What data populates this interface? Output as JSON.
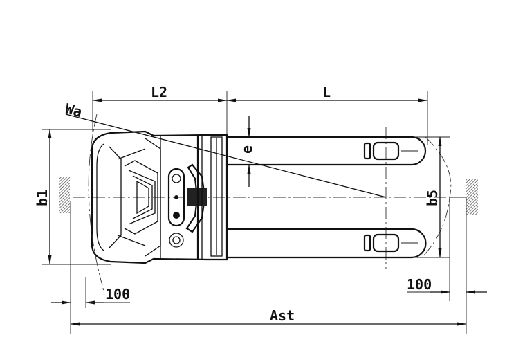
{
  "title": "Pallet truck turning aisle dimension drawing",
  "labels": {
    "l2": "L2",
    "l": "L",
    "wa": "Wa",
    "e": "e",
    "b1": "b1",
    "b5": "b5",
    "clearance_left": "100",
    "clearance_right": "100",
    "ast": "Ast"
  }
}
